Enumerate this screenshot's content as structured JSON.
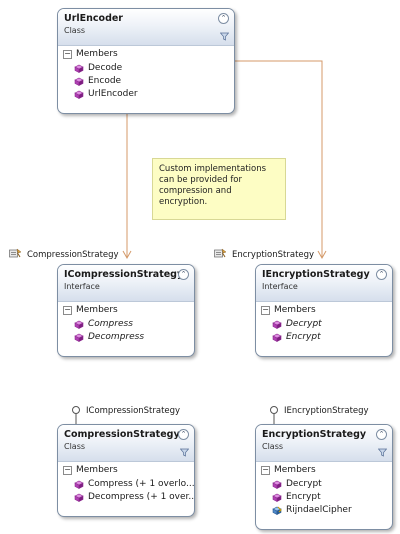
{
  "note": {
    "text": "Custom implementations can be provided for compression and encryption."
  },
  "url_encoder": {
    "title": "UrlEncoder",
    "kind": "Class",
    "section_label": "Members",
    "members": [
      {
        "label": "Decode",
        "icon": "method-icon"
      },
      {
        "label": "Encode",
        "icon": "method-icon"
      },
      {
        "label": "UrlEncoder",
        "icon": "method-icon"
      }
    ]
  },
  "compression_association_label": "CompressionStrategy",
  "encryption_association_label": "EncryptionStrategy",
  "icompression_strategy": {
    "title": "ICompressionStrategy",
    "kind": "Interface",
    "section_label": "Members",
    "members": [
      {
        "label": "Compress",
        "icon": "method-icon"
      },
      {
        "label": "Decompress",
        "icon": "method-icon"
      }
    ]
  },
  "iencryption_strategy": {
    "title": "IEncryptionStrategy",
    "kind": "Interface",
    "section_label": "Members",
    "members": [
      {
        "label": "Decrypt",
        "icon": "method-icon"
      },
      {
        "label": "Encrypt",
        "icon": "method-icon"
      }
    ]
  },
  "compression_lollipop_label": "ICompressionStrategy",
  "encryption_lollipop_label": "IEncryptionStrategy",
  "compression_strategy": {
    "title": "CompressionStrategy",
    "kind": "Class",
    "section_label": "Members",
    "members": [
      {
        "label": "Compress (+ 1 overlo...",
        "icon": "method-icon"
      },
      {
        "label": "Decompress (+ 1 over...",
        "icon": "method-icon"
      }
    ]
  },
  "encryption_strategy": {
    "title": "EncryptionStrategy",
    "kind": "Class",
    "section_label": "Members",
    "members": [
      {
        "label": "Decrypt",
        "icon": "method-icon"
      },
      {
        "label": "Encrypt",
        "icon": "method-icon"
      },
      {
        "label": "RijndaelCipher",
        "icon": "field-icon"
      }
    ]
  },
  "colors": {
    "association_line": "#d49a6a",
    "method_icon": "#b03fb3",
    "note_background": "#fdfdc4",
    "box_border": "#7d8ea3"
  }
}
